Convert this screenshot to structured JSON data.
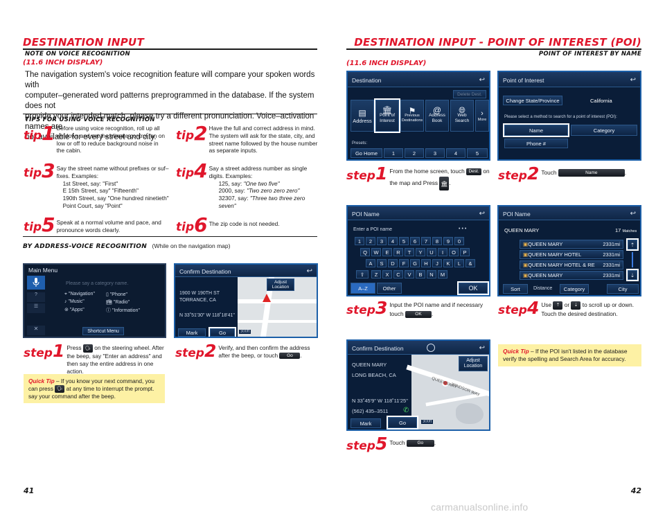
{
  "left_page": {
    "title": "DESTINATION INPUT",
    "note_heading": "NOTE ON VOICE RECOGNITION",
    "display_label": "(11.6 INCH DISPLAY)",
    "intro_lines": [
      "The navigation system's voice recognition feature will compare your spoken words with",
      "computer–generated word patterns preprogrammed in the database. If the system does not",
      "provide your intended match, please try a different pronunciation. Voice–activation names are",
      "not available for every street and city."
    ],
    "tips_heading": "TIPS FOR USING VOICE RECOGNITION",
    "tip_word": "tip",
    "tips": [
      {
        "num": "1",
        "lines": [
          "Before using voice recognition, roll up all",
          "windows and set the climate control fan on",
          "low or off to reduce background noise in",
          "the cabin."
        ]
      },
      {
        "num": "2",
        "lines": [
          "Have the full and correct address in mind.",
          "The system will ask for the state, city, and",
          "street name followed by the house number",
          "as separate inputs."
        ]
      },
      {
        "num": "3",
        "lines": [
          "Say the street name without prefixes or suf–",
          "fixes. Examples:"
        ],
        "examples": [
          "1st Street, say: \"First\"",
          "E 15th Street, say\" \"Fifteenth\"",
          "190th Street, say \"One hundred ninetieth\"",
          "Point Court, say \"Point\""
        ]
      },
      {
        "num": "4",
        "lines": [
          "Say a street address number as single",
          "digits. Examples:"
        ],
        "examples": [
          {
            "label": "125, say: ",
            "value": "\"One two five\""
          },
          {
            "label": "2000, say: ",
            "value": "\"Two zero zero zero\""
          },
          {
            "label": "32307, say: ",
            "value": "\"Three two three zero"
          },
          {
            "label": "",
            "value": "seven\""
          }
        ]
      },
      {
        "num": "5",
        "lines": [
          "Speak at a normal volume and pace, and",
          "pronounce words clearly."
        ]
      },
      {
        "num": "6",
        "lines": [
          "The zip code is not needed."
        ]
      }
    ],
    "by_address_heading": "BY ADDRESS-VOICE RECOGNITION",
    "by_address_note": "(While on the navigation map)",
    "main_menu": {
      "title": "Main Menu",
      "prompt": "Please say a category name.",
      "items": [
        "\"Navigation\"",
        "\"Phone\"",
        "\"Music\"",
        "\"Radio\"",
        "\"Apps\"",
        "\"Information\""
      ],
      "shortcut": "Shortcut Menu"
    },
    "confirm_screen_1": {
      "title": "Confirm Destination",
      "address1": "1900 W 190TH ST",
      "address2": "TORRANCE, CA",
      "coords": "N 33˚51'30\"    W 118˚18'41\"",
      "adjust": "Adjust Location",
      "mark": "Mark",
      "go": "Go",
      "dist": "300ft"
    },
    "step_word": "step",
    "step1_lines": [
      "Press",
      "on the steering wheel.  After",
      "the beep, say \"Enter an address\" and",
      "then say the entire address in one action."
    ],
    "step2_lines": [
      "Verify, and then confirm the address",
      "after the beep, or touch"
    ],
    "quick_tip": {
      "label": "Quick Tip",
      "text": " – If you know your next command, you can press",
      "text2": " at any time to interrupt the prompt. say your command after the beep."
    },
    "page_number": "41"
  },
  "right_page": {
    "title": "DESTINATION INPUT - POINT OF INTEREST (POI)",
    "poi_heading": "POINT OF INTEREST BY NAME",
    "display_label": "(11.6 INCH DISPLAY)",
    "dest_screen": {
      "title": "Destination",
      "items": [
        "Address",
        "Point of Interest",
        "Previous Destinations",
        "Address Book",
        "Web Search"
      ],
      "more": "More",
      "presets": "Presets:",
      "go_home": "Go Home",
      "preset_nums": [
        "1",
        "2",
        "3",
        "4",
        "5"
      ],
      "delete": "Delete Dest."
    },
    "poi_screen": {
      "title": "Point of Interest",
      "change_state": "Change State/Province",
      "state": "California",
      "prompt": "Please select a method to search for a point of interest (POI):",
      "name_btn": "Name",
      "category_btn": "Category",
      "phone_btn": "Phone #"
    },
    "poi_name_screen": {
      "title": "POI Name",
      "placeholder": "Enter a POI name",
      "row1": [
        "1",
        "2",
        "3",
        "4",
        "5",
        "6",
        "7",
        "8",
        "9",
        "0"
      ],
      "row2": [
        "Q",
        "W",
        "E",
        "R",
        "T",
        "Y",
        "U",
        "I",
        "O",
        "P"
      ],
      "row3": [
        "A",
        "S",
        "D",
        "F",
        "G",
        "H",
        "J",
        "K",
        "L",
        "&"
      ],
      "row4": [
        "Z",
        "X",
        "C",
        "V",
        "B",
        "N",
        "M"
      ],
      "az": "A–Z",
      "other": "Other",
      "ok": "OK"
    },
    "results_screen": {
      "title": "POI Name",
      "query": "QUEEN MARY",
      "matches_count": "17",
      "matches_label": "Matches",
      "results": [
        {
          "name": "QUEEN MARY",
          "dist": "2331mi"
        },
        {
          "name": "QUEEN MARY HOTEL",
          "dist": "2331mi"
        },
        {
          "name": "QUEEN MARY HOTEL & RE",
          "dist": "2331mi"
        },
        {
          "name": "QUEEN MARY",
          "dist": "2331mi"
        }
      ],
      "sort": "Sort",
      "distance": "Distance",
      "category": "Category",
      "city": "City"
    },
    "confirm_screen_2": {
      "title": "Confirm Destination",
      "name": "QUEEN MARY",
      "city": "LONG BEACH, CA",
      "coords": "N 33˚45'9\"     W 118˚11'25\"",
      "phone": "(562) 435–3511",
      "adjust": "Adjust Location",
      "mark": "Mark",
      "go": "Go",
      "dist": "300ft",
      "map_labels": [
        "QUEENSWAY",
        "WINDSOR WAY"
      ]
    },
    "step_word": "step",
    "step1_lines": [
      "From the home screen, touch",
      "on",
      "the map and Press"
    ],
    "step1_btn": "Dest.",
    "step2_text": "Touch",
    "step2_btn": "Name",
    "step3_lines": [
      "Input the POI name and if necessary",
      "touch"
    ],
    "step3_btn": "OK",
    "step4_lines": [
      "Use",
      "or",
      "to scroll up or down.",
      "Touch the desired destination."
    ],
    "step5_text": "Touch",
    "step5_btn": "Go",
    "quick_tip": {
      "label": "Quick Tip",
      "text": " – If the POI isn't listed in the database verify the spelling and Search Area for accuracy."
    },
    "page_number": "42"
  },
  "watermark": "carmanualsonline.info"
}
